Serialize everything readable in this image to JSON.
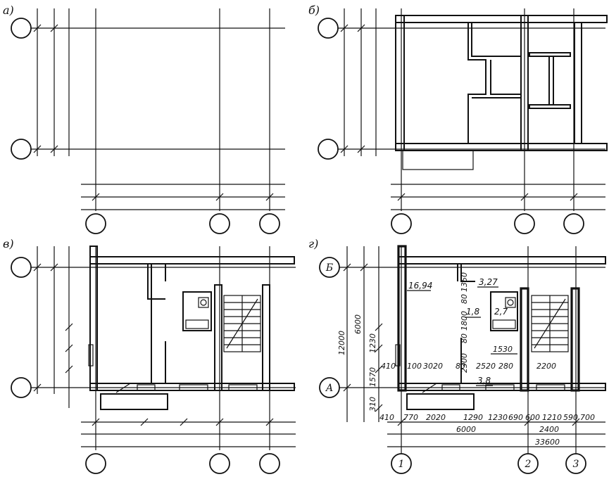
{
  "panels": {
    "a": {
      "label": "а)"
    },
    "b": {
      "label": "б)"
    },
    "v": {
      "label": "в)"
    },
    "g": {
      "label": "г)"
    }
  },
  "axes": {
    "row_top": "Б",
    "row_bottom": "А",
    "col_1": "1",
    "col_2": "2",
    "col_3": "3"
  },
  "rooms": {
    "living_area": "16,94",
    "kitchen_area": "3,27",
    "hall_area": "1,8",
    "bath_area": "2,7",
    "balcony_area": "3,8"
  },
  "dims_vertical": {
    "total": "12000",
    "bay": "6000",
    "d1350": "1350",
    "d80a": "80",
    "d1800": "1800",
    "d80b": "80",
    "d2300": "2300",
    "d1230": "1230",
    "d1570": "1570",
    "d310": "310"
  },
  "dims_horizontal": {
    "d410a": "410",
    "d100": "100",
    "d3020": "3020",
    "d80": "80",
    "d2520": "2520",
    "d280": "280",
    "d1530": "1530",
    "d2200": "2200",
    "d410b": "410",
    "d770": "770",
    "d2020": "2020",
    "d1290": "1290",
    "d1230": "1230",
    "d690": "690",
    "d600": "600",
    "d1210": "1210",
    "d590": "590",
    "d700": "700",
    "d6000": "6000",
    "d2400": "2400",
    "d33600": "33600"
  }
}
